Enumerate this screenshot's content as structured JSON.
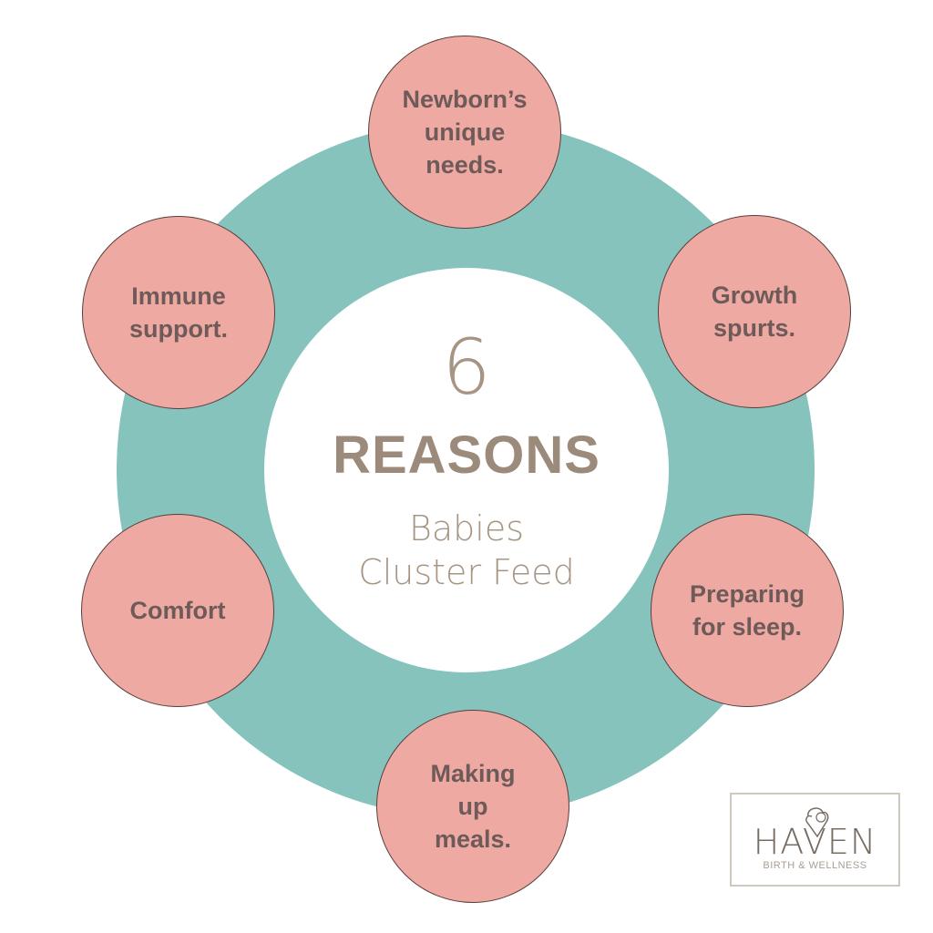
{
  "center": {
    "number": "6",
    "title": "REASONS",
    "subtitle_line1": "Babies",
    "subtitle_line2": "Cluster Feed"
  },
  "reasons": [
    "Newborn’s\nunique\nneeds.",
    "Growth\nspurts.",
    "Preparing\nfor sleep.",
    "Making\nup\nmeals.",
    "Comfort",
    "Immune\nsupport."
  ],
  "logo": {
    "name": "HAVEN",
    "tagline": "BIRTH & WELLNESS"
  },
  "colors": {
    "ring": "#86c3bd",
    "node": "#eea9a3",
    "node_text": "#6e5a58",
    "center_text": "#a79583"
  }
}
